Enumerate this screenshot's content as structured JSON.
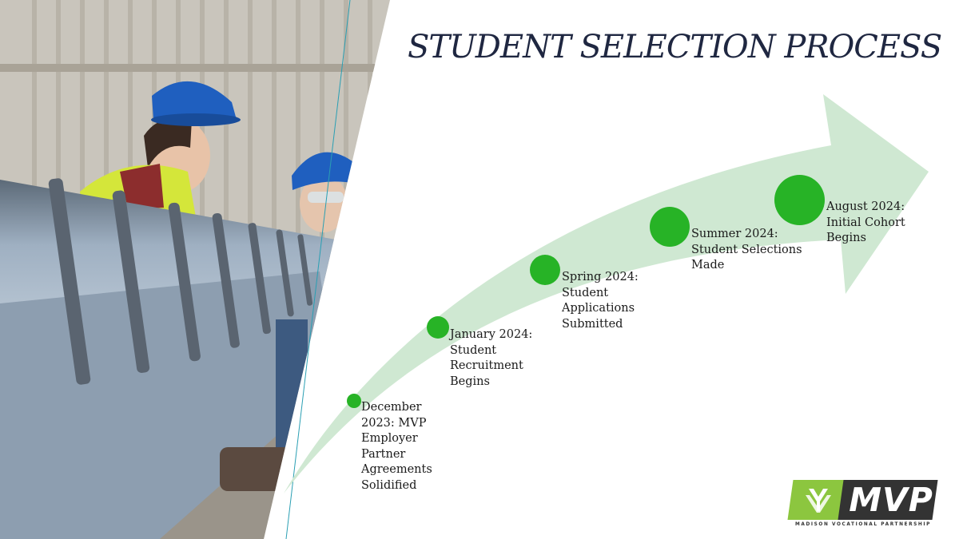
{
  "title": "STUDENT SELECTION PROCESS",
  "photo": {
    "subject": "workers-inspecting-pipe",
    "colors": {
      "helmet": "#1f5fbf",
      "vest": "#d4e63a",
      "wall": "#c9c5bc",
      "pipe": "#8c9cad"
    }
  },
  "timeline": {
    "arrow_color": "#cfe8d2",
    "dot_color": "#27b326",
    "milestones": [
      {
        "label": "December\n2023: MVP\nEmployer\nPartner\nAgreements\nSolidified"
      },
      {
        "label": "January 2024:\nStudent\nRecruitment\nBegins"
      },
      {
        "label": "Spring 2024:\nStudent\nApplications\nSubmitted"
      },
      {
        "label": "Summer 2024:\nStudent Selections\nMade"
      },
      {
        "label": "August 2024:\nInitial Cohort\nBegins"
      }
    ]
  },
  "logo": {
    "text": "MVP",
    "tagline": "MADISON VOCATIONAL PARTNERSHIP",
    "green": "#8cc63f",
    "dark": "#333333"
  }
}
